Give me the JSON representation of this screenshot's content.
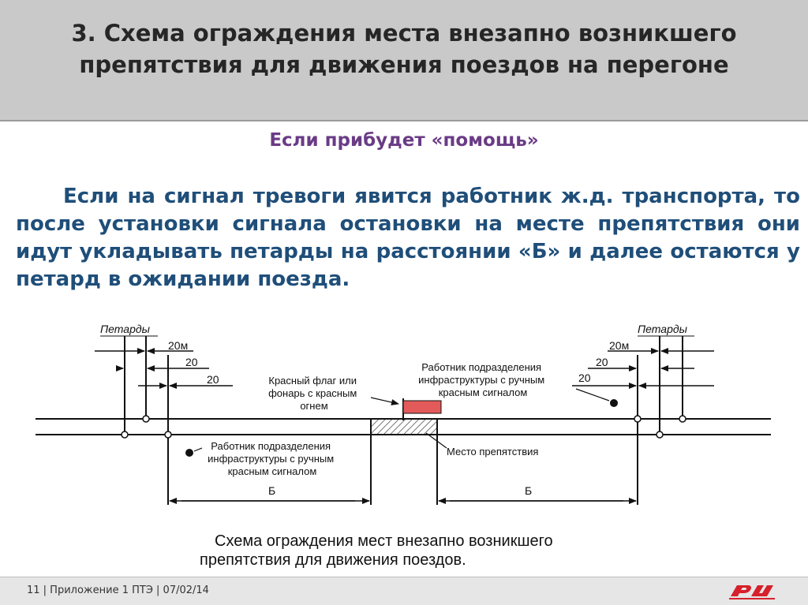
{
  "slide": {
    "title": "3. Схема ограждения места внезапно возникшего препятствия для движения поездов на перегоне",
    "subtitle": "Если прибудет «помощь»",
    "paragraph": "Если на сигнал тревоги явится работник ж.д. транспорта, то после установки сигнала остановки на месте препятствия они идут укладывать петарды на расстоянии «Б» и далее остаются у петард в ожидании поезда."
  },
  "diagram": {
    "label_petardy_left": "Петарды",
    "label_petardy_right": "Петарды",
    "label_20m_left": "20м",
    "label_20_left_a": "20",
    "label_20_left_b": "20",
    "label_20m_right": "20м",
    "label_20_right_a": "20",
    "label_20_right_b": "20",
    "label_red_flag": [
      "Красный флаг или",
      "фонарь с красным",
      "огнем"
    ],
    "label_worker_top": [
      "Работник подразделения",
      "инфраструктуры с ручным",
      "красным сигналом"
    ],
    "label_worker_bottom": [
      "Работник подразделения",
      "инфраструктуры с ручным",
      "красным сигналом"
    ],
    "label_obstacle": "Место препятствия",
    "label_b_left": "Б",
    "label_b_right": "Б",
    "caption": [
      "Схема ограждения мест внезапно возникшего",
      "препятствия для движения поездов."
    ],
    "colors": {
      "flag": "#e25a5a",
      "line": "#111111"
    }
  },
  "footer": {
    "text": "11  | Приложение 1 ПТЭ | 07/02/14",
    "logo_text": "РЖД",
    "logo_color": "#d6202b"
  }
}
